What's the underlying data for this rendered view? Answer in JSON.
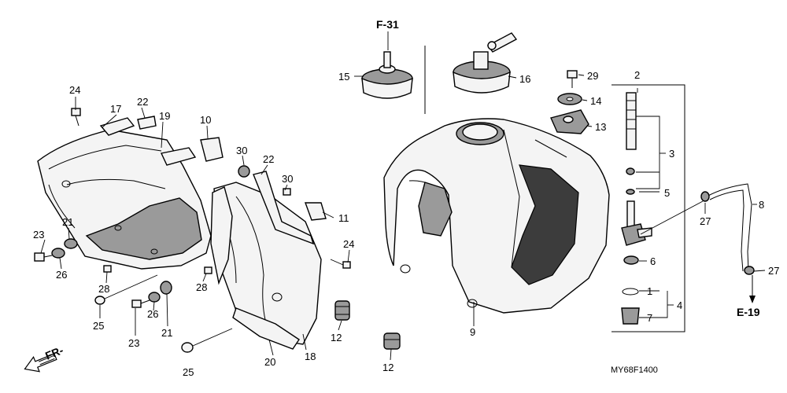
{
  "refs": {
    "top": "F-31",
    "right": "E-19"
  },
  "drawing_code": "MY68F1400",
  "front_label": "FR-",
  "callouts": {
    "c1": "1",
    "c2": "2",
    "c3": "3",
    "c4": "4",
    "c5": "5",
    "c6": "6",
    "c7": "7",
    "c8": "8",
    "c9": "9",
    "c10": "10",
    "c11": "11",
    "c12a": "12",
    "c12b": "12",
    "c13": "13",
    "c14": "14",
    "c15": "15",
    "c16": "16",
    "c17": "17",
    "c18": "18",
    "c19": "19",
    "c20": "20",
    "c21a": "21",
    "c21b": "21",
    "c22a": "22",
    "c22b": "22",
    "c23a": "23",
    "c23b": "23",
    "c24a": "24",
    "c24b": "24",
    "c25a": "25",
    "c25b": "25",
    "c26a": "26",
    "c26b": "26",
    "c27a": "27",
    "c27b": "27",
    "c28a": "28",
    "c28b": "28",
    "c29": "29",
    "c30a": "30",
    "c30b": "30"
  }
}
